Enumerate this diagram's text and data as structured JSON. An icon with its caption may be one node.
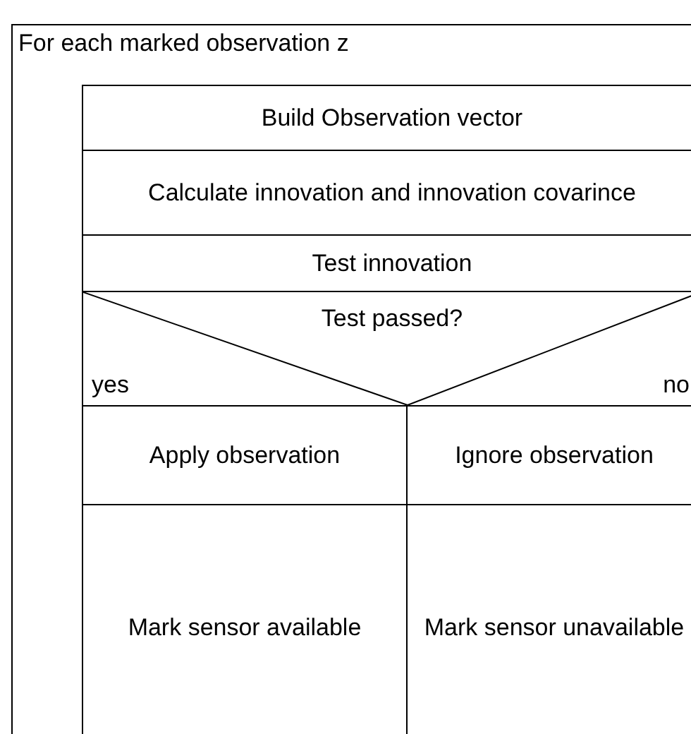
{
  "diagram": {
    "nodes": [
      {
        "text": [
          "For each marked observation z"
        ]
      },
      {
        "text": [
          "Build Observation vector"
        ],
        "in": 0
      },
      {
        "text": [
          "Calculate innovation and innovation covarince"
        ],
        "in": 0
      },
      {
        "text": [
          "Test innovation"
        ],
        "in": 0
      },
      {
        "text": [
          "Test passed?",
          "yes",
          "no"
        ],
        "in": 0
      },
      {
        "text": [
          "Apply observation"
        ],
        "in": 0
      },
      {
        "text": [
          "Ignore observation"
        ],
        "in": 0
      },
      {
        "text": [
          "Mark sensor available"
        ],
        "in": 0
      },
      {
        "text": [
          "Mark sensor unavailable"
        ],
        "in": 0
      }
    ]
  }
}
